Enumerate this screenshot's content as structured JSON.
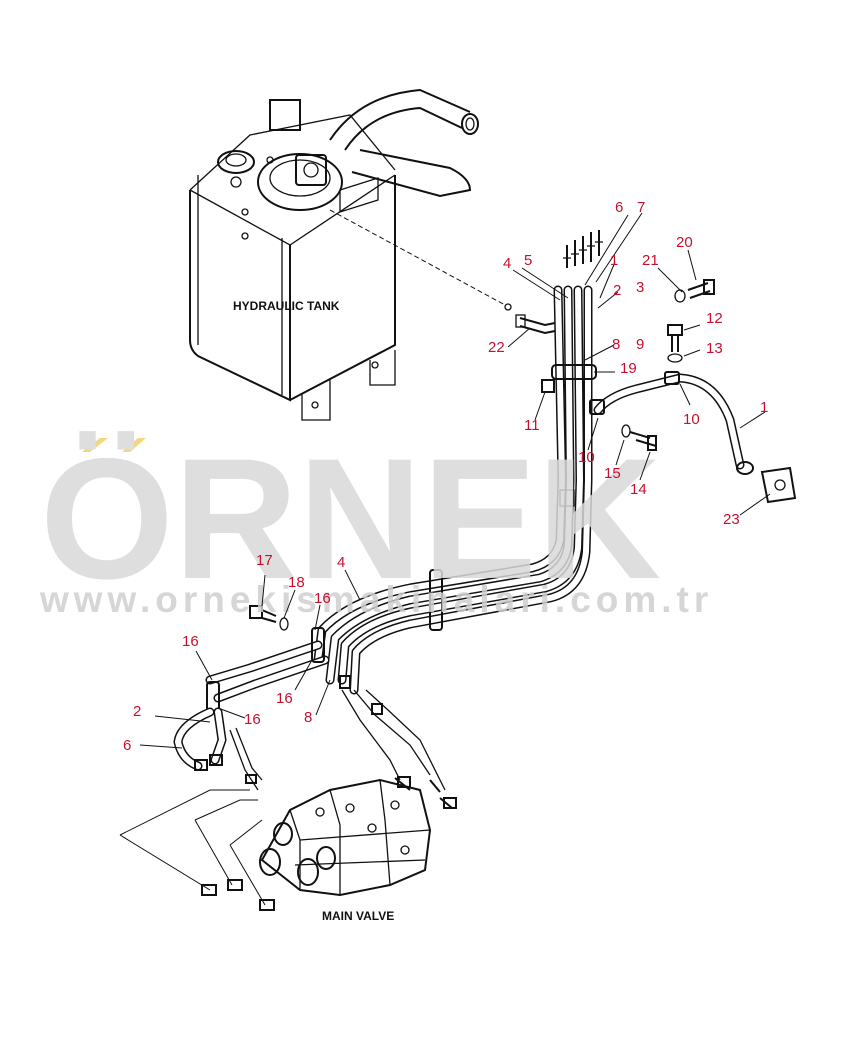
{
  "labels": {
    "tank": "HYDRAULIC TANK",
    "valve": "MAIN VALVE"
  },
  "watermark": {
    "brand": "ÖRNEK",
    "url": "www.ornekismakinalari.com.tr",
    "brand_color": "#d9d9d9",
    "accent_color": "#f2cf6b"
  },
  "callout_color": "#c8102e",
  "callouts": [
    {
      "id": "c-6a",
      "text": "6"
    },
    {
      "id": "c-7",
      "text": "7"
    },
    {
      "id": "c-4a",
      "text": "4"
    },
    {
      "id": "c-5",
      "text": "5"
    },
    {
      "id": "c-1a",
      "text": "1"
    },
    {
      "id": "c-2a",
      "text": "2"
    },
    {
      "id": "c-3",
      "text": "3"
    },
    {
      "id": "c-21",
      "text": "21"
    },
    {
      "id": "c-20",
      "text": "20"
    },
    {
      "id": "c-22",
      "text": "22"
    },
    {
      "id": "c-8a",
      "text": "8"
    },
    {
      "id": "c-9",
      "text": "9"
    },
    {
      "id": "c-12",
      "text": "12"
    },
    {
      "id": "c-13",
      "text": "13"
    },
    {
      "id": "c-19",
      "text": "19"
    },
    {
      "id": "c-11",
      "text": "11"
    },
    {
      "id": "c-10a",
      "text": "10"
    },
    {
      "id": "c-1b",
      "text": "1"
    },
    {
      "id": "c-10b",
      "text": "10"
    },
    {
      "id": "c-15",
      "text": "15"
    },
    {
      "id": "c-14",
      "text": "14"
    },
    {
      "id": "c-23",
      "text": "23"
    },
    {
      "id": "c-17",
      "text": "17"
    },
    {
      "id": "c-18",
      "text": "18"
    },
    {
      "id": "c-4b",
      "text": "4"
    },
    {
      "id": "c-16a",
      "text": "16"
    },
    {
      "id": "c-16b",
      "text": "16"
    },
    {
      "id": "c-16c",
      "text": "16"
    },
    {
      "id": "c-16d",
      "text": "16"
    },
    {
      "id": "c-2b",
      "text": "2"
    },
    {
      "id": "c-8b",
      "text": "8"
    },
    {
      "id": "c-6b",
      "text": "6"
    }
  ]
}
